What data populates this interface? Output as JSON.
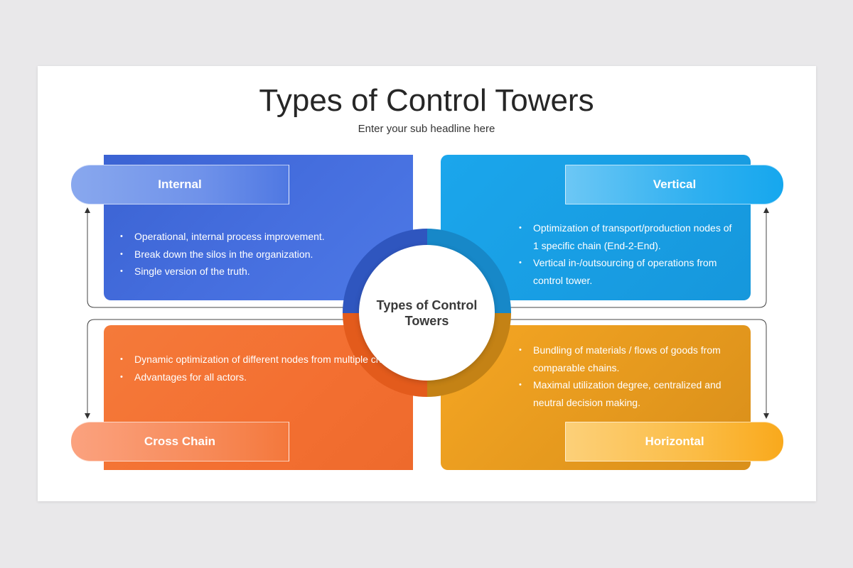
{
  "title": "Types of Control Towers",
  "subtitle": "Enter your sub headline here",
  "center_label": "Types of Control Towers",
  "quadrants": {
    "internal": {
      "label": "Internal",
      "bullets": [
        "Operational, internal process improvement.",
        "Break down the silos in the organization.",
        "Single version of the truth."
      ]
    },
    "vertical": {
      "label": "Vertical",
      "bullets": [
        "Optimization of transport/production nodes of 1 specific chain (End-2-End).",
        "Vertical in-/outsourcing of operations from control tower."
      ]
    },
    "cross_chain": {
      "label": "Cross Chain",
      "bullets": [
        "Dynamic optimization of different nodes from multiple chains.",
        "Advantages for all actors."
      ]
    },
    "horizontal": {
      "label": "Horizontal",
      "bullets": [
        "Bundling of materials / flows of goods from comparable chains.",
        "Maximal utilization degree, centralized and neutral decision making."
      ]
    }
  },
  "colors": {
    "internal": "#3f66d6",
    "vertical": "#1aa2e8",
    "cross_chain": "#f3742f",
    "horizontal": "#f0a21f"
  }
}
